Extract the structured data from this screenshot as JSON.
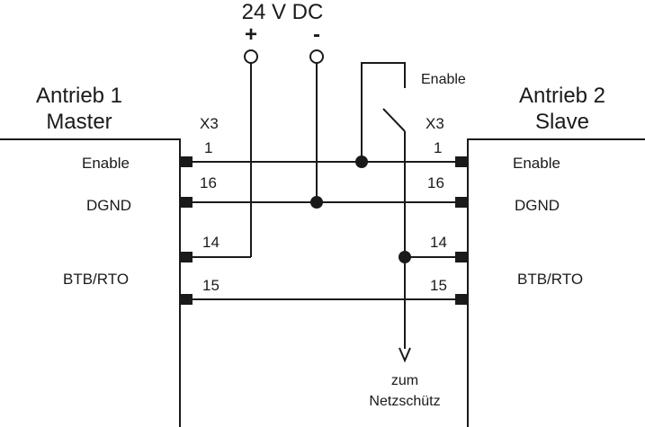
{
  "power": {
    "title": "24 V DC",
    "plus": "+",
    "minus": "-"
  },
  "drive1": {
    "title_line1": "Antrieb 1",
    "title_line2": "Master",
    "connector": "X3",
    "signals": {
      "enable": "Enable",
      "dgnd": "DGND",
      "btb": "BTB/RTO"
    }
  },
  "drive2": {
    "title_line1": "Antrieb 2",
    "title_line2": "Slave",
    "connector": "X3",
    "signals": {
      "enable": "Enable",
      "dgnd": "DGND",
      "btb": "BTB/RTO"
    }
  },
  "pins": {
    "p1": "1",
    "p16": "16",
    "p14": "14",
    "p15": "15"
  },
  "switch_label": "Enable",
  "output": {
    "line1": "zum",
    "line2": "Netzschütz"
  }
}
